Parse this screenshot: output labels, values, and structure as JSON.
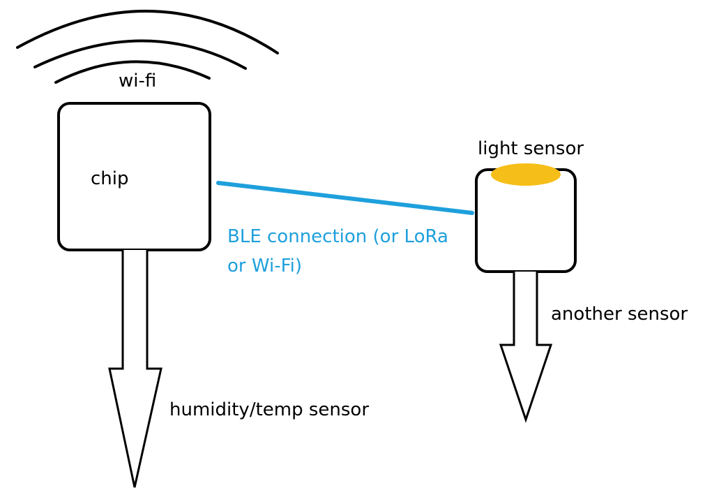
{
  "labels": {
    "wifi": "wi-fi",
    "chip": "chip",
    "light_sensor": "light sensor",
    "connection_line1": "BLE connection (or LoRa",
    "connection_line2": "or Wi-Fi)",
    "another_sensor": "another sensor",
    "humidity_sensor": "humidity/temp sensor"
  },
  "colors": {
    "connection": "#1ea0dc",
    "light_sensor_lens": "#f6be18",
    "outline": "#000000"
  }
}
